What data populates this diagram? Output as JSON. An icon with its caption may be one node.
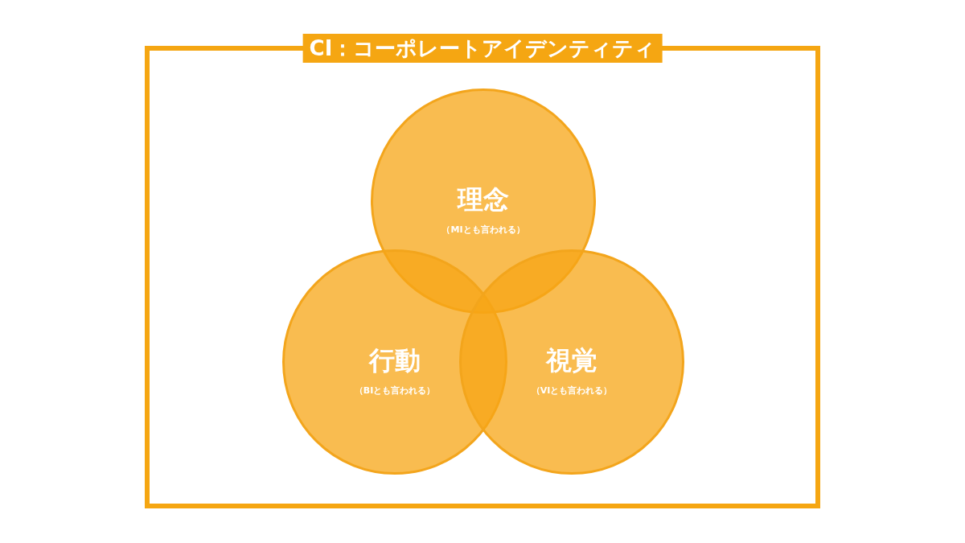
{
  "diagram": {
    "nodes": [
      {
        "text": [
          "CI：コーポレートアイデンティティ"
        ]
      },
      {
        "text": [
          "理念",
          "（MIとも言われる）"
        ],
        "in": 0
      },
      {
        "text": [
          "行動",
          "（BIとも言われる）"
        ],
        "in": 0
      },
      {
        "text": [
          "視覚",
          "（VIとも言われる）"
        ],
        "in": 0
      }
    ],
    "edges": []
  }
}
